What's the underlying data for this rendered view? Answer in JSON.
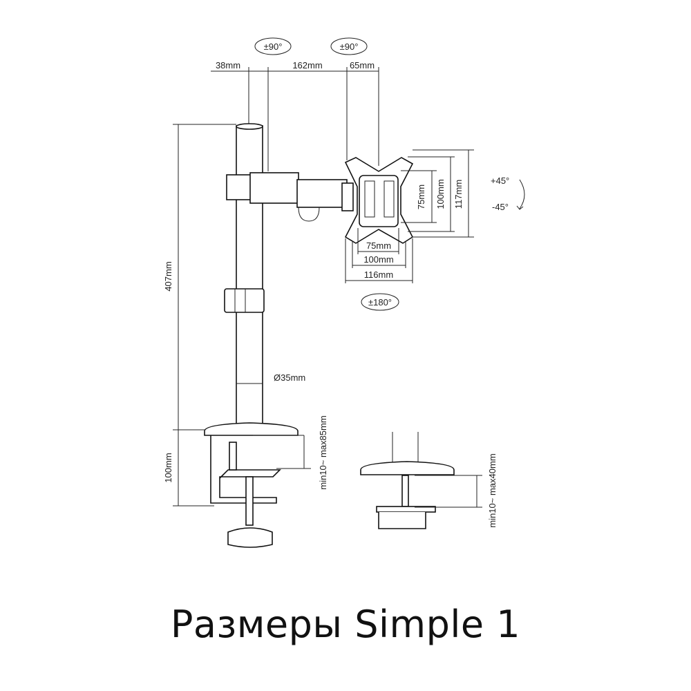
{
  "title": "Размеры Simple 1",
  "labels": {
    "rot_left": "±90°",
    "rot_right": "±90°",
    "dim_38": "38mm",
    "dim_162": "162mm",
    "dim_65": "65mm",
    "dim_407": "407mm",
    "dim_100_base": "100mm",
    "pole_diameter": "Ø35mm",
    "clamp_a": "min10~ max85mm",
    "clamp_b": "min10~ max40mm",
    "vesa_v75": "75mm",
    "vesa_v100": "100mm",
    "vesa_v117": "117mm",
    "vesa_h75": "75mm",
    "vesa_h100": "100mm",
    "vesa_h116": "116mm",
    "tilt_up": "+45°",
    "tilt_down": "-45°",
    "rot_180": "±180°"
  }
}
